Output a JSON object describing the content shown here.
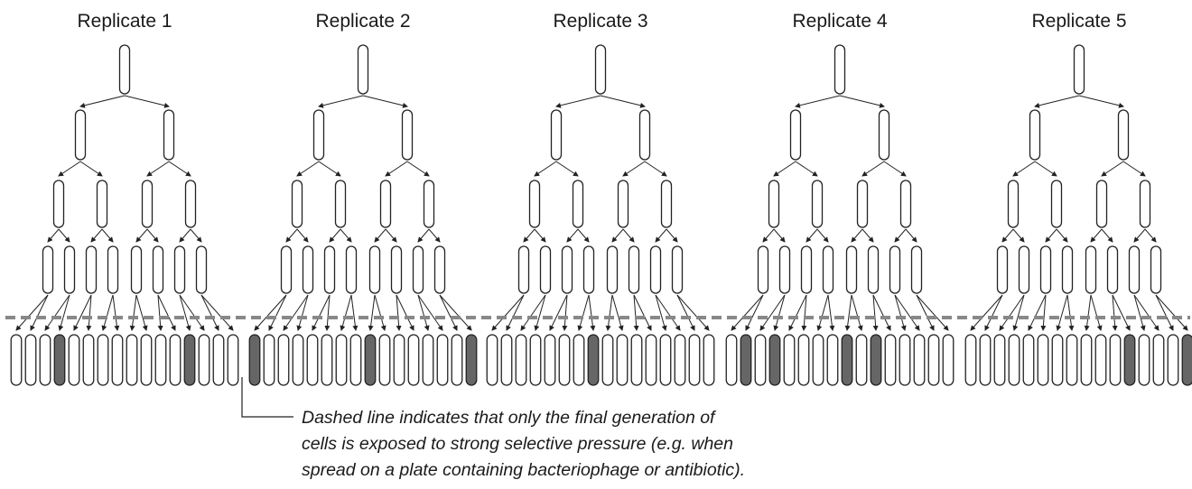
{
  "replicates": [
    {
      "title": "Replicate 1",
      "mutant_positions": [
        4,
        13
      ]
    },
    {
      "title": "Replicate 2",
      "mutant_positions": [
        1,
        9,
        16
      ]
    },
    {
      "title": "Replicate 3",
      "mutant_positions": [
        8
      ]
    },
    {
      "title": "Replicate 4",
      "mutant_positions": [
        2,
        4,
        9,
        11
      ]
    },
    {
      "title": "Replicate 5",
      "mutant_positions": [
        12,
        16
      ]
    }
  ],
  "caption": {
    "lines": [
      "Dashed line indicates that only the final generation of",
      "cells is exposed to strong selective pressure (e.g. when",
      "spread on a plate containing bacteriophage or antibiotic)."
    ]
  },
  "colors": {
    "normal_cell": "#ffffff",
    "mutant_cell": "#666666",
    "outline": "#222222",
    "dashed_line": "#888888"
  }
}
